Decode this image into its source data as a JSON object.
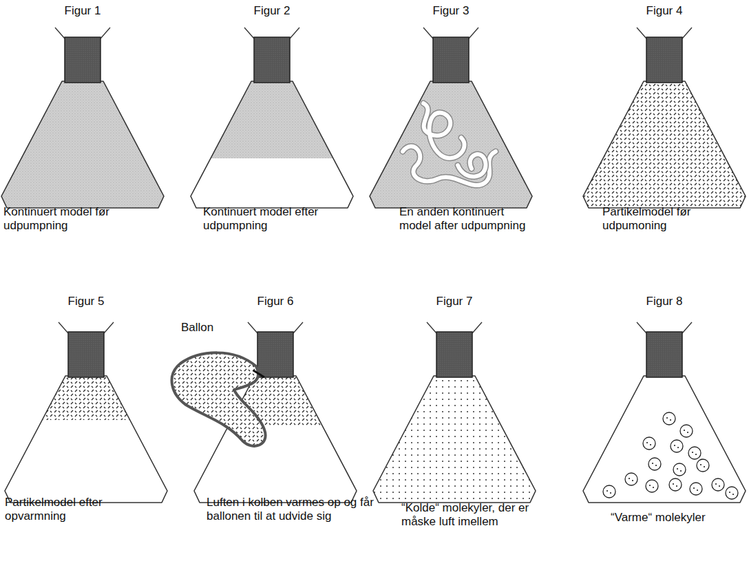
{
  "diagram": {
    "nodes": [
      {
        "text": [
          "Figur 1",
          "Kontinuert model før udpumpning"
        ]
      },
      {
        "text": [
          "Figur 2",
          "Kontinuert model efter udpumpning"
        ]
      },
      {
        "text": [
          "Figur 3",
          "En anden kontinuert model after udpumpning"
        ]
      },
      {
        "text": [
          "Figur 4",
          "Partikelmodel før udpumoning"
        ]
      },
      {
        "text": [
          "Figur 5",
          "Partikelmodel efter opvarmning"
        ]
      },
      {
        "text": [
          "Figur 6",
          "Luften i kolben varmes op og får ballonen til at udvide sig"
        ]
      },
      {
        "text": [
          "Figur 7",
          "“Kolde“ molekyler, der er måske luft imellem"
        ]
      },
      {
        "text": [
          "Figur 8",
          "“Varme“ molekyler"
        ]
      }
    ],
    "labels": [
      "Ballon"
    ]
  }
}
